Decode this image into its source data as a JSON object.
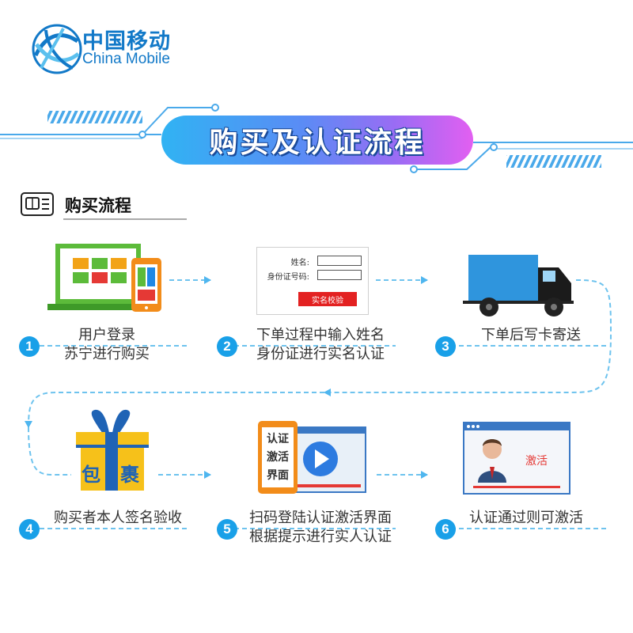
{
  "brand": {
    "name_cn": "中国移动",
    "name_en": "China Mobile"
  },
  "banner": {
    "title": "购买及认证流程"
  },
  "section": {
    "title": "购买流程"
  },
  "form": {
    "name_label": "姓名:",
    "id_label": "身份证号码:",
    "button_label": "实名校验"
  },
  "package": {
    "char1": "包",
    "char2": "裹"
  },
  "video": {
    "side_text": "认证\n激活\n界面",
    "line1": "认证",
    "line2": "激活",
    "line3": "界面"
  },
  "activation": {
    "label": "激活"
  },
  "steps": [
    {
      "number": "1",
      "line1": "用户登录",
      "line2": "苏宁进行购买"
    },
    {
      "number": "2",
      "line1": "下单过程中输入姓名",
      "line2": "身份证进行实名认证"
    },
    {
      "number": "3",
      "line1": "下单后写卡寄送",
      "line2": ""
    },
    {
      "number": "4",
      "line1": "购买者本人签名验收",
      "line2": ""
    },
    {
      "number": "5",
      "line1": "扫码登陆认证激活界面",
      "line2": "根据提示进行实人认证"
    },
    {
      "number": "6",
      "line1": "认证通过则可激活",
      "line2": ""
    }
  ],
  "colors": {
    "accent": "#19a0e8",
    "brand": "#1279c8",
    "button_red": "#e32121",
    "dash": "#6ec3ee"
  }
}
